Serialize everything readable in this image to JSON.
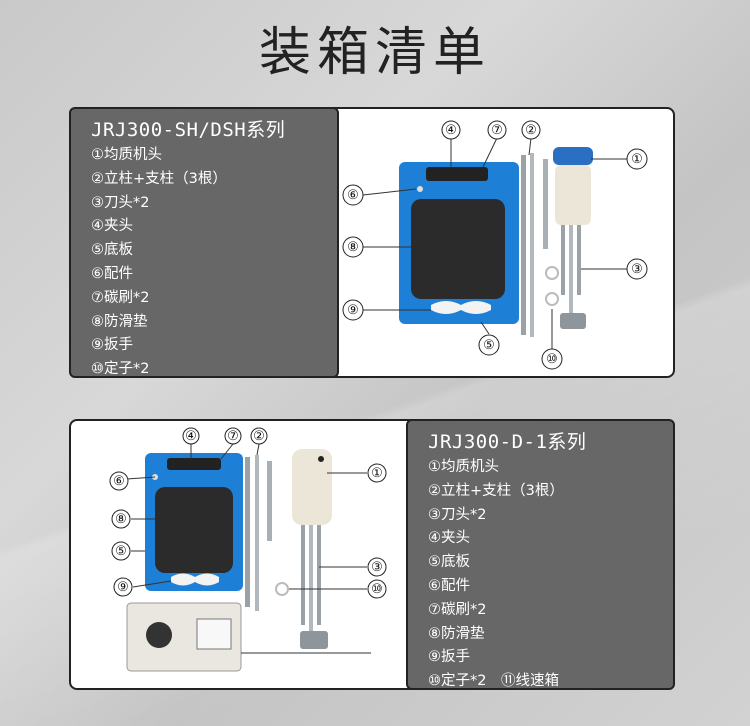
{
  "title": "装箱清单",
  "panel1": {
    "series": "JRJ300-SH/DSH系列",
    "items": [
      "①均质机头",
      "②立柱+支柱（3根）",
      "③刀头*2",
      "④夹头",
      "⑤底板",
      "⑥配件",
      "⑦碳刷*2",
      "⑧防滑垫",
      "⑨扳手",
      "⑩定子*2"
    ],
    "callouts": [
      "①",
      "②",
      "③",
      "④",
      "⑤",
      "⑥",
      "⑦",
      "⑧",
      "⑨",
      "⑩"
    ]
  },
  "panel2": {
    "series": "JRJ300-D-1系列",
    "items": [
      "①均质机头",
      "②立柱+支柱（3根）",
      "③刀头*2",
      "④夹头",
      "⑤底板",
      "⑥配件",
      "⑦碳刷*2",
      "⑧防滑垫",
      "⑨扳手",
      "⑩定子*2　⑪线速箱"
    ],
    "callouts": [
      "①",
      "②",
      "③",
      "④",
      "⑤",
      "⑥",
      "⑦",
      "⑧",
      "⑨",
      "⑩"
    ]
  },
  "colors": {
    "plate": "#1e7fd6",
    "pad": "#2b2b2b",
    "motor": "#2a6fc2",
    "textbox": "#676767"
  }
}
